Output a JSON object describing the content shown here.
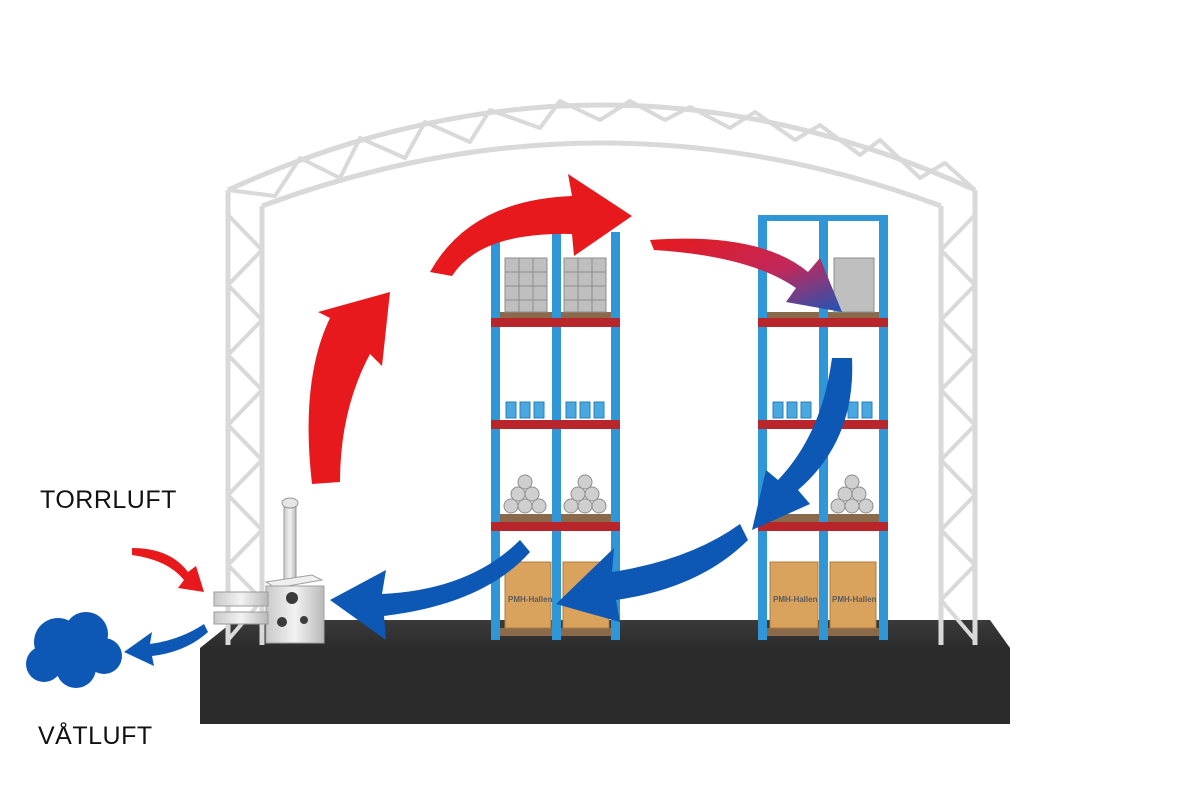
{
  "labels": {
    "dry_air": "TORRLUFT",
    "wet_air": "VÅTLUFT"
  },
  "box_logo": "PMH-Hallen",
  "colors": {
    "dry_air": "#e8191c",
    "wet_air": "#0d57b5",
    "floor": "#333333",
    "truss": "#dcdcdc",
    "rack_upright": "#2f97d8",
    "rack_beam": "#b8262c"
  },
  "icons": [
    "cloud-icon",
    "dehumidifier-icon"
  ]
}
